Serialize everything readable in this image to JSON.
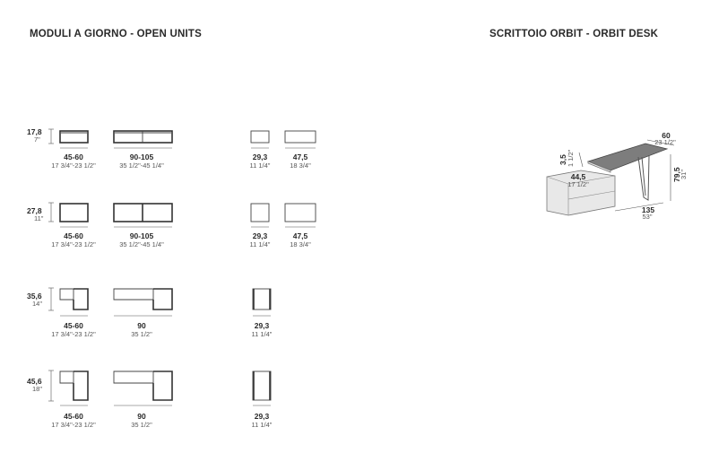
{
  "titles": {
    "left": "MODULI A GIORNO - OPEN UNITS",
    "right": "SCRITTOIO ORBIT - ORBIT DESK"
  },
  "rows": [
    {
      "height": {
        "cm": "17,8",
        "in": "7\""
      },
      "items": [
        {
          "cm": "45-60",
          "in": "17 3/4\"-23 1/2\""
        },
        {
          "cm": "90-105",
          "in": "35 1/2\"-45 1/4\""
        },
        {
          "cm": "29,3",
          "in": "11 1/4\""
        },
        {
          "cm": "47,5",
          "in": "18 3/4\""
        }
      ]
    },
    {
      "height": {
        "cm": "27,8",
        "in": "11\""
      },
      "items": [
        {
          "cm": "45-60",
          "in": "17 3/4\"-23 1/2\""
        },
        {
          "cm": "90-105",
          "in": "35 1/2\"-45 1/4\""
        },
        {
          "cm": "29,3",
          "in": "11 1/4\""
        },
        {
          "cm": "47,5",
          "in": "18 3/4\""
        }
      ]
    },
    {
      "height": {
        "cm": "35,6",
        "in": "14\""
      },
      "items": [
        {
          "cm": "45-60",
          "in": "17 3/4\"-23 1/2\""
        },
        {
          "cm": "90",
          "in": "35 1/2\""
        },
        {
          "cm": "29,3",
          "in": "11 1/4\""
        }
      ]
    },
    {
      "height": {
        "cm": "45,6",
        "in": "18\""
      },
      "items": [
        {
          "cm": "45-60",
          "in": "17 3/4\"-23 1/2\""
        },
        {
          "cm": "90",
          "in": "35 1/2\""
        },
        {
          "cm": "29,3",
          "in": "11 1/4\""
        }
      ]
    }
  ],
  "desk": {
    "depth": {
      "cm": "60",
      "in": "23 1/2\""
    },
    "thickness": {
      "cm": "3,5",
      "in": "1 1/2\""
    },
    "top_depth": {
      "cm": "44,5",
      "in": "17 1/2\""
    },
    "height": {
      "cm": "79,5",
      "in": "31\""
    },
    "width": {
      "cm": "135",
      "in": "53\""
    }
  }
}
